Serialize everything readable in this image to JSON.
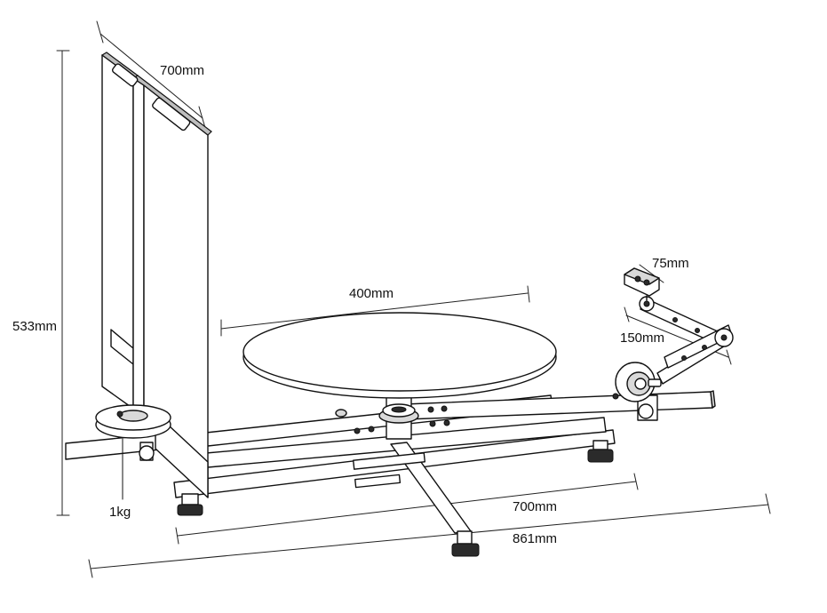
{
  "dimensions": {
    "panel_width": "700mm",
    "turntable_diameter": "400mm",
    "arm_head": "75mm",
    "arm_length": "150mm",
    "total_height": "533mm",
    "counterweight": "1kg",
    "base_rail": "700mm",
    "total_length": "861mm"
  }
}
